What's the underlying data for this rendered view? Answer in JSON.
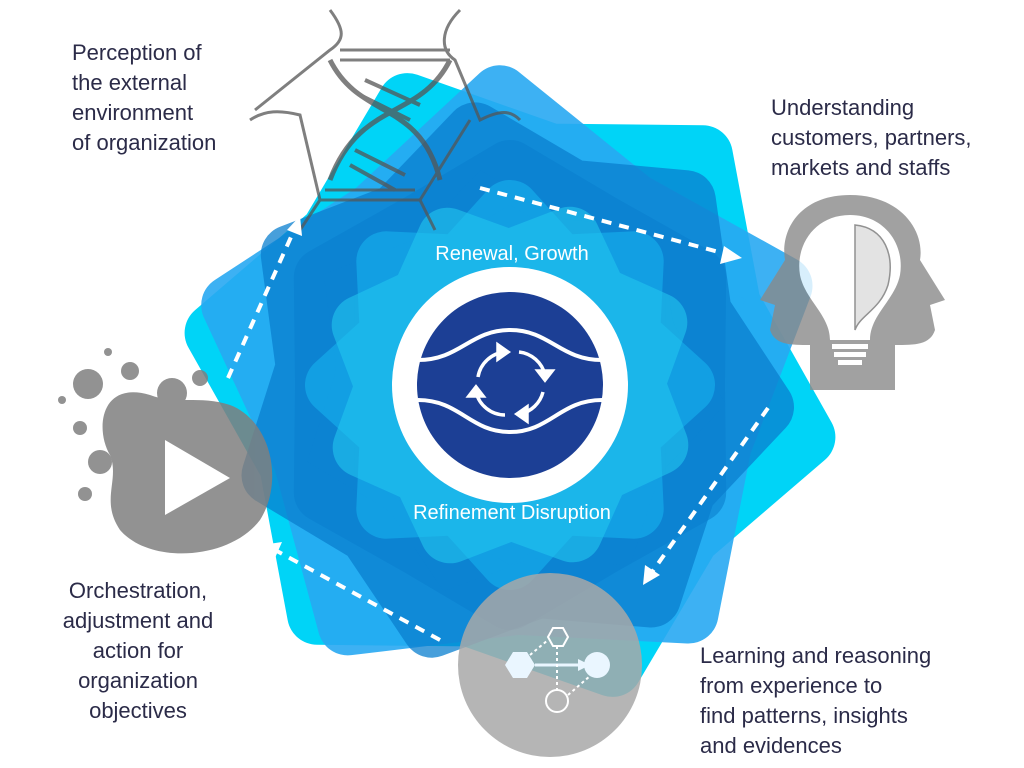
{
  "center": {
    "top_label": "Renewal, Growth",
    "bottom_label": "Refinement Disruption"
  },
  "stages": [
    {
      "id": "perception",
      "icon": "dna-icon",
      "text": "Perception of\nthe external\nenvironment\nof organization"
    },
    {
      "id": "understanding",
      "icon": "head-lightbulb-brain-icon",
      "text": "Understanding\ncustomers, partners,\nmarkets and staffs"
    },
    {
      "id": "learning",
      "icon": "network-graph-icon",
      "text": "Learning and reasoning\nfrom experience to\nfind patterns, insights\nand evidences"
    },
    {
      "id": "orchestration",
      "icon": "play-blob-icon",
      "text": "Orchestration,\nadjustment and\naction for\norganization\nobjectives"
    }
  ],
  "colors": {
    "cyan": "#00d4f7",
    "blue": "#29a9f2",
    "deep": "#0a7fcf",
    "navy": "#1c3f95",
    "gray": "#9a9a9a",
    "text": "#2b2b48"
  }
}
